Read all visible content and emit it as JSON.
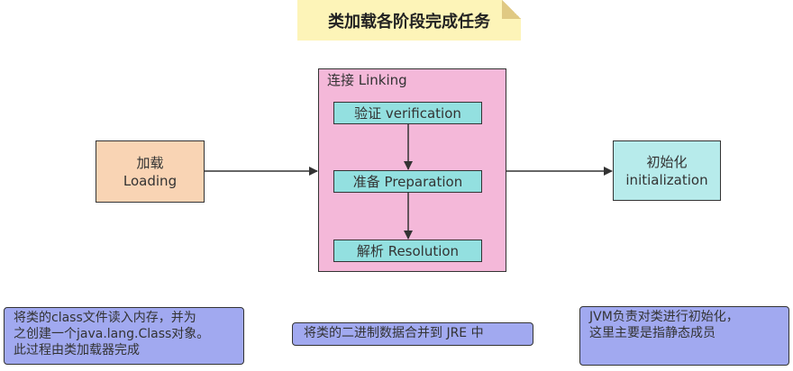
{
  "title": "类加载各阶段完成任务",
  "loading": {
    "zh": "加载",
    "en": "Loading"
  },
  "linking": {
    "label": "连接 Linking",
    "steps": [
      {
        "label": "验证 verification"
      },
      {
        "label": "准备 Preparation"
      },
      {
        "label": "解析 Resolution"
      }
    ]
  },
  "initialization": {
    "zh": "初始化",
    "en": "initialization"
  },
  "notes": [
    {
      "lines": [
        "将类的class文件读入内存，并为",
        "之创建一个java.lang.Class对象。",
        "此过程由类加载器完成"
      ]
    },
    {
      "lines": [
        "将类的二进制数据合并到 JRE 中"
      ]
    },
    {
      "lines": [
        "JVM负责对类进行初始化，",
        "这里主要是指静态成员"
      ]
    }
  ],
  "colors": {
    "title_note": "#fdf4b8",
    "loading": "#f9d4b4",
    "linking": "#f4b8d9",
    "step": "#93e0e0",
    "initialization": "#b7ebeb",
    "note": "#a1a9f0",
    "stroke": "#333333"
  }
}
